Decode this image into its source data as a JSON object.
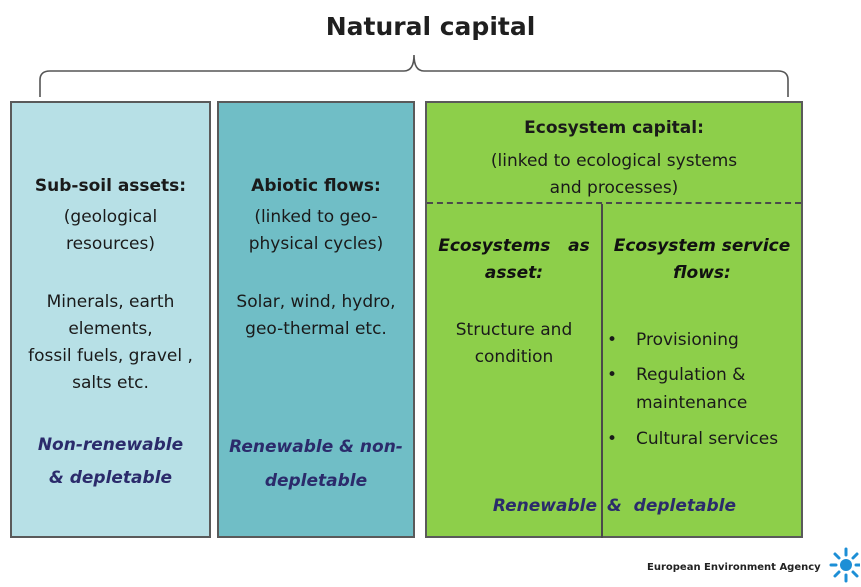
{
  "title": "Natural capital",
  "columns": {
    "subsoil": {
      "heading": "Sub-soil assets:",
      "subtitle_1": "(geological",
      "subtitle_2": "resources)",
      "body_1": "Minerals, earth",
      "body_2": "elements,",
      "body_3": "fossil fuels, gravel ,",
      "body_4": "salts etc.",
      "property_1": "Non-renewable",
      "property_2": "& depletable"
    },
    "abiotic": {
      "heading": "Abiotic flows:",
      "subtitle_1": "(linked to geo-",
      "subtitle_2": "physical cycles)",
      "body_1": "Solar, wind, hydro,",
      "body_2": "geo-thermal etc.",
      "property_1": "Renewable & non-",
      "property_2": "depletable"
    },
    "ecosystem": {
      "heading": "Ecosystem capital:",
      "subtitle_1": "(linked to ecological systems",
      "subtitle_2": "and processes)",
      "asset_heading_1": "Ecosystems   as",
      "asset_heading_2": "asset:",
      "asset_body_1": "Structure and",
      "asset_body_2": "condition",
      "flows_heading_1": "Ecosystem service",
      "flows_heading_2": "flows:",
      "bullet_symbol": "•",
      "flows_items": [
        "Provisioning",
        "Regulation &",
        "maintenance",
        "Cultural services"
      ],
      "property_left": "Renewable",
      "property_right": "&  depletable"
    }
  },
  "footer": {
    "agency": "European Environment Agency"
  },
  "colors": {
    "subsoil_bg": "#b7e0e6",
    "abiotic_bg": "#70bec6",
    "ecosystem_bg": "#8dcf4a",
    "property_text": "#2b2b6b"
  },
  "icons": {
    "logo": "eea-logo-icon"
  }
}
